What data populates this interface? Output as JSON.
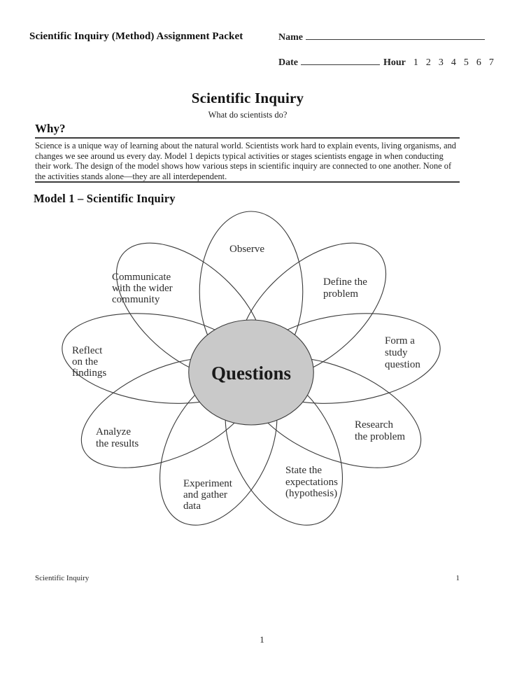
{
  "header": {
    "packet_title": "Scientific Inquiry (Method) Assignment Packet",
    "name_label": "Name",
    "date_label": "Date",
    "hour_label": "Hour",
    "hour_options": [
      "1",
      "2",
      "3",
      "4",
      "5",
      "6",
      "7"
    ]
  },
  "title_block": {
    "title": "Scientific Inquiry",
    "subtitle": "What do scientists do?"
  },
  "why_section": {
    "heading": "Why?",
    "body": "Science is a unique way of learning about the natural world. Scientists work hard to explain events, living organisms, and changes we see around us every day. Model 1 depicts typical activities or stages scientists engage in when conducting their work. The design of the model shows how various steps in scientific inquiry are connected to one another. None of the activities stands alone—they are all interdependent."
  },
  "model_section": {
    "heading": "Model 1 – Scientific Inquiry"
  },
  "diagram": {
    "center_label": "Questions",
    "center_fill": "#c9c9c9",
    "outline_color": "#3a3a3a",
    "petals": [
      {
        "id": "observe",
        "lines": [
          "Observe"
        ]
      },
      {
        "id": "define-the-problem",
        "lines": [
          "Define the",
          "problem"
        ]
      },
      {
        "id": "form-a-study-question",
        "lines": [
          "Form a",
          "study",
          "question"
        ]
      },
      {
        "id": "research-the-problem",
        "lines": [
          "Research",
          "the problem"
        ]
      },
      {
        "id": "state-the-expectations",
        "lines": [
          "State the",
          "expectations",
          "(hypothesis)"
        ]
      },
      {
        "id": "experiment-and-gather-data",
        "lines": [
          "Experiment",
          "and gather",
          "data"
        ]
      },
      {
        "id": "analyze-the-results",
        "lines": [
          "Analyze",
          "the results"
        ]
      },
      {
        "id": "reflect-on-the-findings",
        "lines": [
          "Reflect",
          "on the",
          "findings"
        ]
      },
      {
        "id": "communicate-with-community",
        "lines": [
          "Communicate",
          "with the wider",
          "community"
        ]
      }
    ]
  },
  "footer": {
    "doc_title": "Scientific Inquiry",
    "page_number": "1",
    "sheet_number": "1"
  }
}
